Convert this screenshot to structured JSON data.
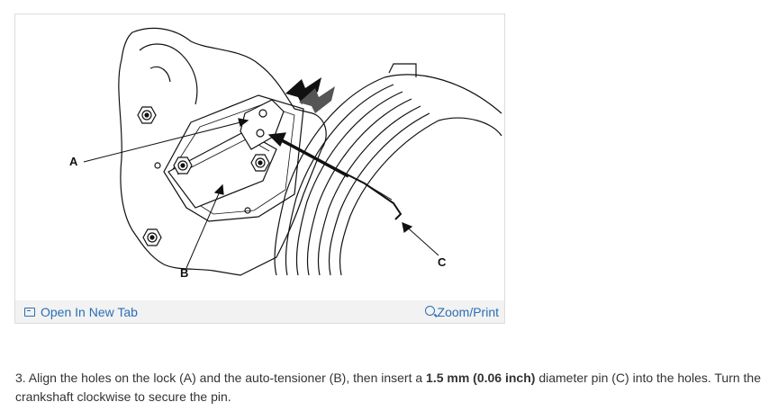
{
  "figure": {
    "callouts": {
      "a": "A",
      "b": "B",
      "c": "C"
    },
    "open_tab_label": "Open In New Tab",
    "zoom_label": "Zoom/Print",
    "icons": {
      "open_tab": "open-in-new-tab-icon",
      "zoom": "zoom-in-icon"
    },
    "link_color": "#2a6eb5"
  },
  "instructions": {
    "step_part1": "3. Align the holes on the lock (A) and the auto-tensioner (B), then insert a ",
    "step_bold": "1.5 mm (0.06 inch)",
    "step_part2": " diameter pin (C) into the holes. Turn the crankshaft clockwise to secure the pin."
  }
}
